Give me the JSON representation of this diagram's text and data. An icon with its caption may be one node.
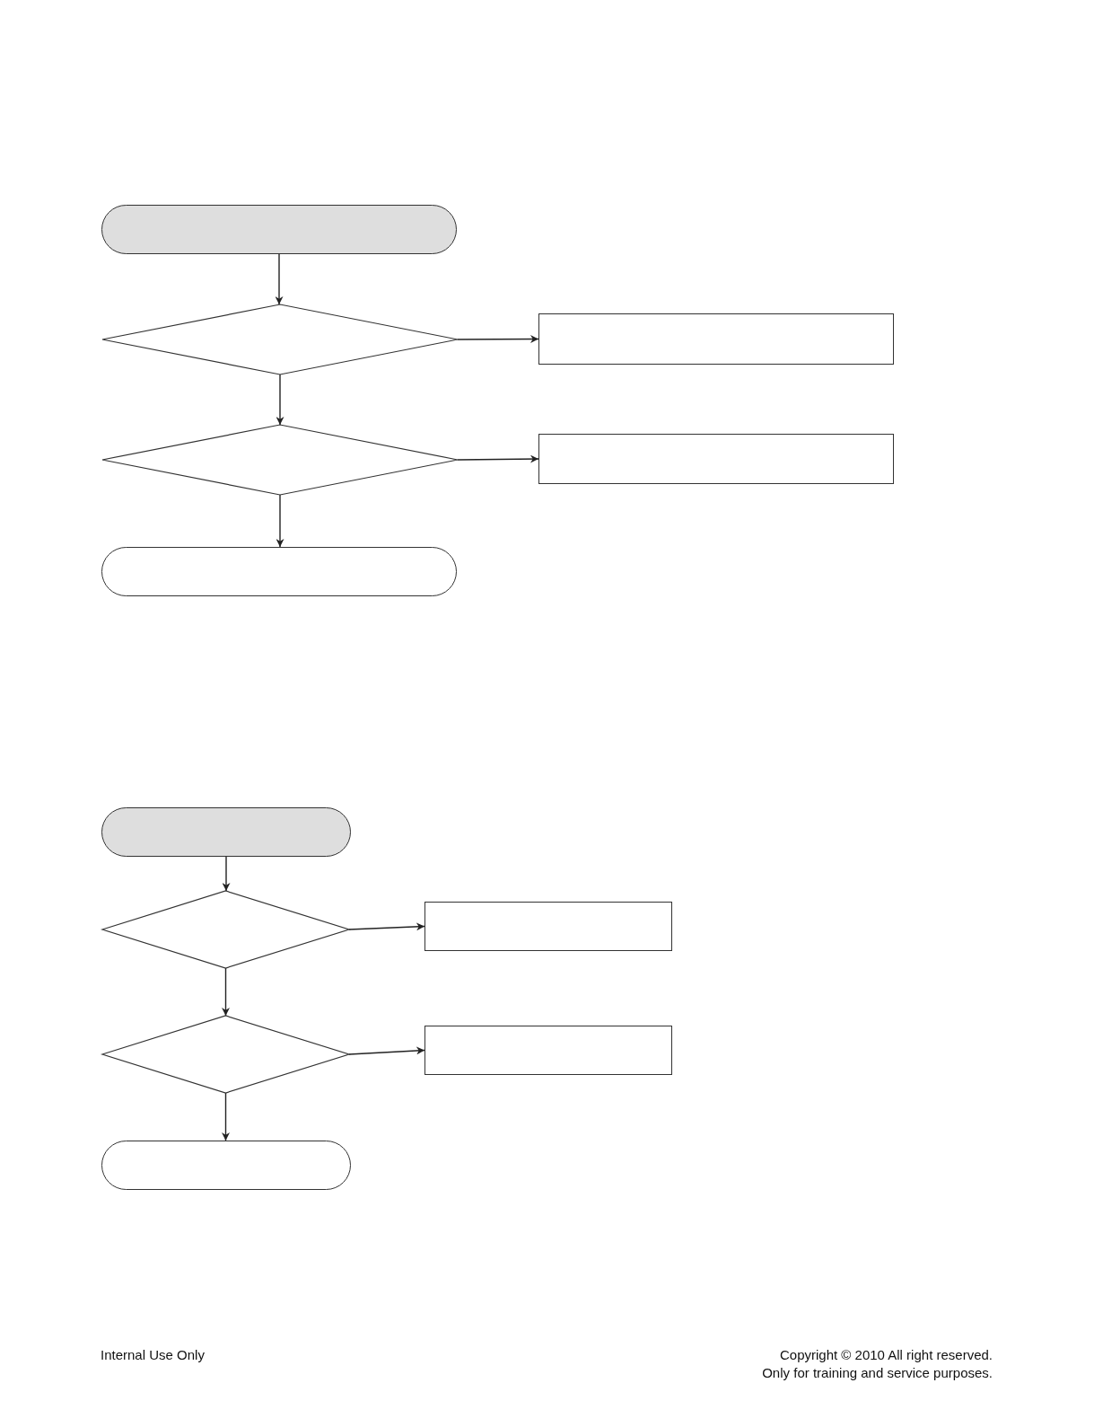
{
  "diagram": {
    "nodes": [
      {
        "text": [],
        "shape": "box"
      },
      {
        "text": [],
        "shape": "diamond"
      },
      {
        "text": [],
        "shape": "box"
      },
      {
        "text": [],
        "shape": "diamond"
      },
      {
        "text": [],
        "shape": "box"
      },
      {
        "text": [],
        "shape": "box"
      },
      {
        "text": [],
        "shape": "box"
      },
      {
        "text": [],
        "shape": "diamond"
      },
      {
        "text": [],
        "shape": "box"
      },
      {
        "text": [],
        "shape": "diamond"
      },
      {
        "text": [],
        "shape": "box"
      },
      {
        "text": [],
        "shape": "box"
      }
    ],
    "edges": [
      {
        "from": 0,
        "to": 1,
        "arrow": "to"
      },
      {
        "from": 1,
        "to": 2,
        "arrow": "to"
      },
      {
        "from": 1,
        "to": 3,
        "arrow": "to"
      },
      {
        "from": 3,
        "to": 4,
        "arrow": "to"
      },
      {
        "from": 3,
        "to": 5,
        "arrow": "to"
      },
      {
        "from": 6,
        "to": 7,
        "arrow": "to"
      },
      {
        "from": 7,
        "to": 8,
        "arrow": "to"
      },
      {
        "from": 7,
        "to": 9,
        "arrow": "to"
      },
      {
        "from": 9,
        "to": 10,
        "arrow": "to"
      },
      {
        "from": 9,
        "to": 11,
        "arrow": "to"
      }
    ],
    "labels": [
      "Internal Use Only",
      "Copyright © 2010 All right reserved.",
      "Only for training and service purposes."
    ]
  }
}
